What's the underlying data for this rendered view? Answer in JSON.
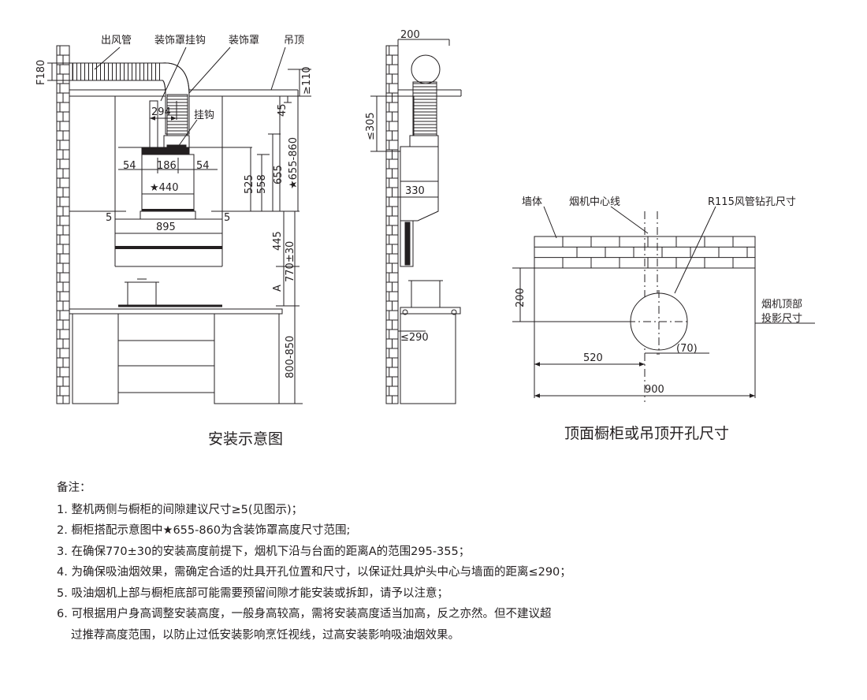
{
  "install_diagram": {
    "labels": {
      "duct": "出风管",
      "cover_hook": "装饰罩挂钩",
      "cover": "装饰罩",
      "ceiling": "吊顶",
      "hook": "挂钩"
    },
    "dims": {
      "f180": "F180",
      "ge110": "≥110",
      "d294": "294",
      "d45": "45",
      "d54a": "54",
      "d186": "186",
      "d54b": "54",
      "star440": "★440",
      "d525": "525",
      "d558": "558",
      "d655": "655",
      "star655_860": "★655-860",
      "d5a": "5",
      "d5b": "5",
      "d895": "895",
      "d445": "445",
      "d770": "770±30",
      "dA": "A",
      "d800_850": "800-850"
    },
    "caption": "安装示意图"
  },
  "side_view": {
    "dims": {
      "d200": "200",
      "le305": "≤305",
      "d330": "330",
      "le290": "≤290"
    }
  },
  "top_view": {
    "labels": {
      "wall": "墙体",
      "center_line": "烟机中心线",
      "hole": "R115风管钻孔尺寸",
      "projection_1": "烟机顶部",
      "projection_2": "投影尺寸"
    },
    "dims": {
      "d200": "200",
      "d70": "(70)",
      "d520": "520",
      "d900": "900"
    },
    "caption": "顶面橱柜或吊顶开孔尺寸"
  },
  "notes": {
    "title": "备注：",
    "items": [
      "1. 整机两侧与橱柜的间隙建议尺寸≥5(见图示)；",
      "2. 橱柜搭配示意图中★655-860为含装饰罩高度尺寸范围;",
      "3. 在确保770±30的安装高度前提下，烟机下沿与台面的距离A的范围295-355；",
      "4. 为确保吸油烟效果，需确定合适的灶具开孔位置和尺寸，以保证灶具炉头中心与墙面的距离≤290；",
      "5. 吸油烟机上部与橱柜底部可能需要预留间隙才能安装或拆卸，请予以注意；",
      "6. 可根据用户身高调整安装高度，一般身高较高，需将安装高度适当加高，反之亦然。但不建议超"
    ],
    "continuation": "过推荐高度范围，以防止过低安装影响烹饪视线，过高安装影响吸油烟效果。"
  }
}
